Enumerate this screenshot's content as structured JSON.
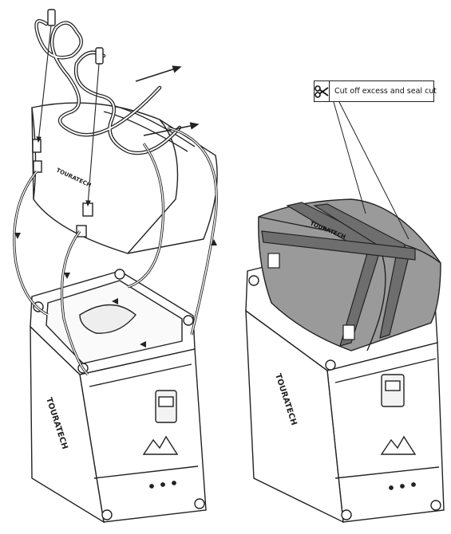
{
  "callout": {
    "text": "Cut off excess and seal cut",
    "icon": "scissors-icon"
  },
  "brand_marks": {
    "left_bag": "TOURATECH",
    "right_bag": "TOURATECH",
    "left_case": "TOURATECH",
    "right_case": "TOURATECH"
  },
  "colors": {
    "line": "#222222",
    "installed_bag_fill": "#9a9a9a",
    "installed_strap_fill": "#6e6e6e",
    "case_fill": "#ffffff"
  }
}
